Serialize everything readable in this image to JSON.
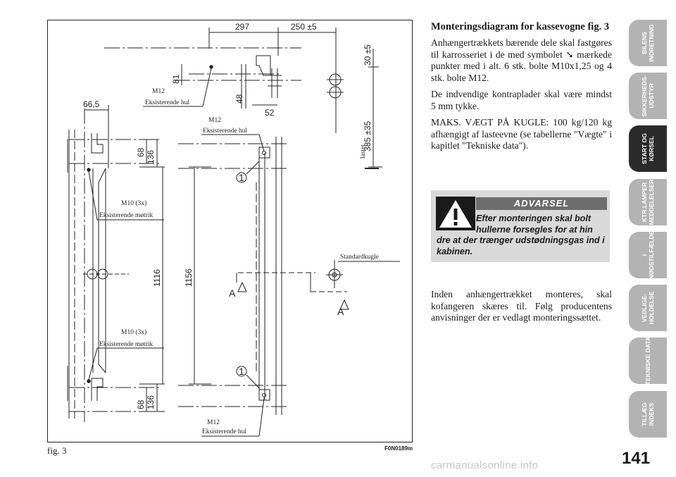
{
  "drawing": {
    "dims": {
      "d297": "297",
      "d250": "250 ±5",
      "d30": "30 ±5",
      "d385": "385 ±35",
      "d81": "81",
      "d48": "48",
      "d52": "52",
      "d66": "66,5",
      "d68a": "68",
      "d136a": "136",
      "d1116": "1116",
      "d1156": "1156",
      "d68b": "68",
      "d136b": "136"
    },
    "labels": {
      "m12_top": "M12",
      "hole_top": "Eksisterende hul",
      "m12_mid": "M12",
      "hole_mid": "Eksisterende hul",
      "m10_top": "M10 (3x)",
      "nut_top": "Eksisterende møtrik",
      "std_ball": "Standardkugle",
      "m10_bot": "M10 (3x)",
      "nut_bot": "Eksisterende møtrik",
      "m12_bot": "M12",
      "hole_bot": "Eksisterende hul",
      "lastet": "lastet",
      "marker1a": "1",
      "marker1b": "1",
      "secA1": "A",
      "secA2": "A"
    }
  },
  "figure": {
    "caption": "fig. 3",
    "code": "F0N0189m"
  },
  "article": {
    "title": "Monteringsdiagram for kassevogne fig. 3",
    "p1": "Anhængertrækkets bærende dele skal fast­gøres til karrosseriet i de med symbolet ➘ mærkede punkter med i alt. 6 stk. bol­te M10x1,25 og 4 stk. bolte M12.",
    "p2": "De indvendige kontraplader skal være mindst 5 mm tykke.",
    "p3": "MAKS. VÆGT PÅ KUGLE: 100 kg/120 kg afhængigt af lasteevne (se tabellerne \"Væg­te\" i kapitlet \"Tekniske data\")."
  },
  "warning": {
    "heading": "ADVARSEL",
    "text_a": "Efter monteringen skal bolt­",
    "text_b": "hullerne forsegles for at hin­",
    "text_c": "dre at der trænger udstødningsgas ind i kabinen."
  },
  "bottom": {
    "p": "Inden anhængertrækket monteres, skal kofangeren skæres til. Følg producentens anvisninger der er vedlagt monterings­sættet."
  },
  "tabs": [
    {
      "label": "BILENS\nINDRETNING"
    },
    {
      "label": "SIKKERHEDS-\nUDSTYR"
    },
    {
      "label": "START OG\nKØRSEL"
    },
    {
      "label": "KTR.LAMPER\nMEDDELELSER"
    },
    {
      "label": "I\nNØDSTILFÆLDE"
    },
    {
      "label": "VEDLIGE-\nHOLDELSE"
    },
    {
      "label": "TEKNISKE DATA"
    },
    {
      "label": "TILLÆG\nINDEKS"
    }
  ],
  "active_tab": "START OG KØRSEL",
  "page_number": "141",
  "watermark": "carmanualsonline.info"
}
